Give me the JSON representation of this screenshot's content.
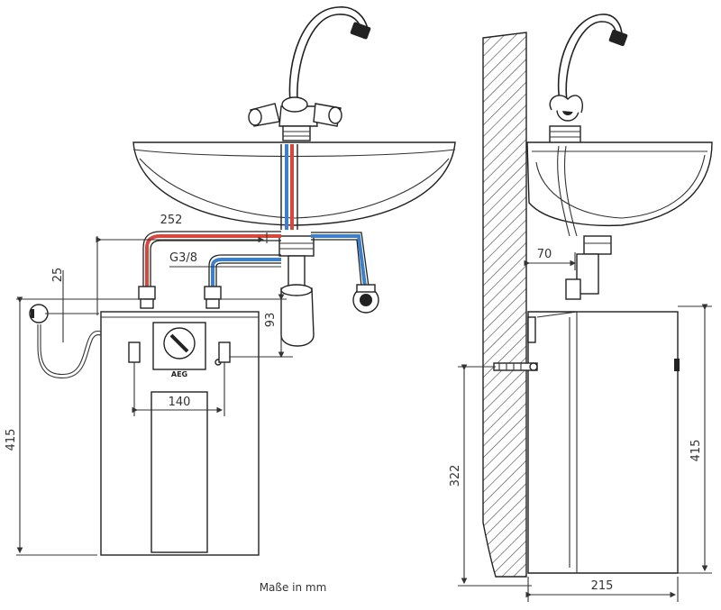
{
  "diagram": {
    "caption": "Maße in mm",
    "front_view": {
      "dim_pipe_length": "252",
      "dim_thread": "G3/8",
      "dim_connection_height": "25",
      "dim_trap": "93",
      "dim_unit_height": "415",
      "dim_bracket_width": "140",
      "brand_label": "AEG"
    },
    "side_view": {
      "dim_wall_distance": "70",
      "dim_mount_height": "322",
      "dim_unit_height": "415",
      "dim_unit_depth": "215"
    },
    "colors": {
      "hot_pipe": "#d9463b",
      "cold_pipe": "#3d7fc9",
      "line": "#222222",
      "hatch": "#444444"
    }
  }
}
